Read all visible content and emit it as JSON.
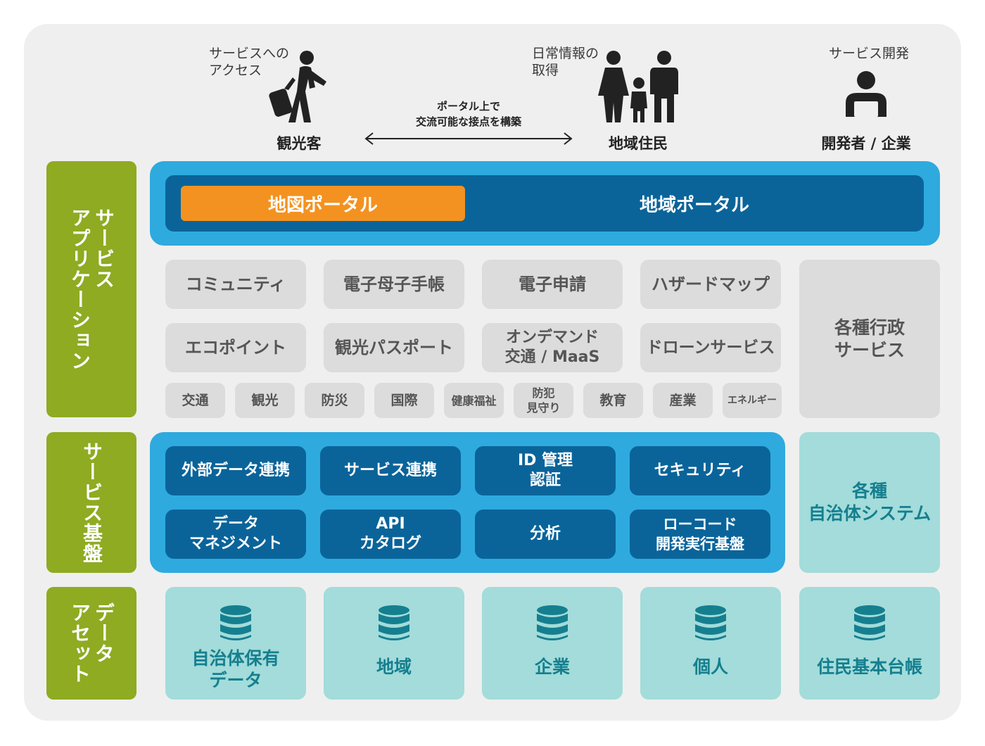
{
  "actors": [
    {
      "caption": "サービスへの\nアクセス",
      "name": "観光客",
      "icon": "tourist-icon"
    },
    {
      "caption": "日常情報の\n取得",
      "name": "地域住民",
      "icon": "family-icon"
    },
    {
      "caption": "サービス開発",
      "name": "開発者 / 企業",
      "icon": "developer-icon"
    }
  ],
  "interaction_label": "ポータル上で\n交流可能な接点を構築",
  "sections": {
    "app": "サービス\nアプリケーション",
    "platform": "サービス基盤",
    "data": "データ\nアセット"
  },
  "portals": {
    "map": "地図ポータル",
    "regional": "地域ポータル"
  },
  "services": [
    "コミュニティ",
    "電子母子手帳",
    "電子申請",
    "ハザードマップ",
    "エコポイント",
    "観光パスポート",
    "オンデマンド\n交通 / MaaS",
    "ドローンサービス"
  ],
  "domains": [
    "交通",
    "観光",
    "防災",
    "国際",
    "健康福祉",
    "防犯\n見守り",
    "教育",
    "産業",
    "エネルギー"
  ],
  "admin_services": "各種行政\nサービス",
  "platform_modules": [
    "外部データ連携",
    "サービス連携",
    "ID 管理\n認証",
    "セキュリティ",
    "データ\nマネジメント",
    "API\nカタログ",
    "分析",
    "ローコード\n開発実行基盤"
  ],
  "municipal_systems": "各種\n自治体システム",
  "data_assets": [
    "自治体保有\nデータ",
    "地域",
    "企業",
    "個人",
    "住民基本台帳"
  ],
  "colors": {
    "green": "#8eab22",
    "sky": "#2eaadf",
    "navy": "#0a649a",
    "orange": "#f39220",
    "grey": "#dcdcdc",
    "teal": "#a3dcda",
    "teal_text": "#157f8f"
  }
}
